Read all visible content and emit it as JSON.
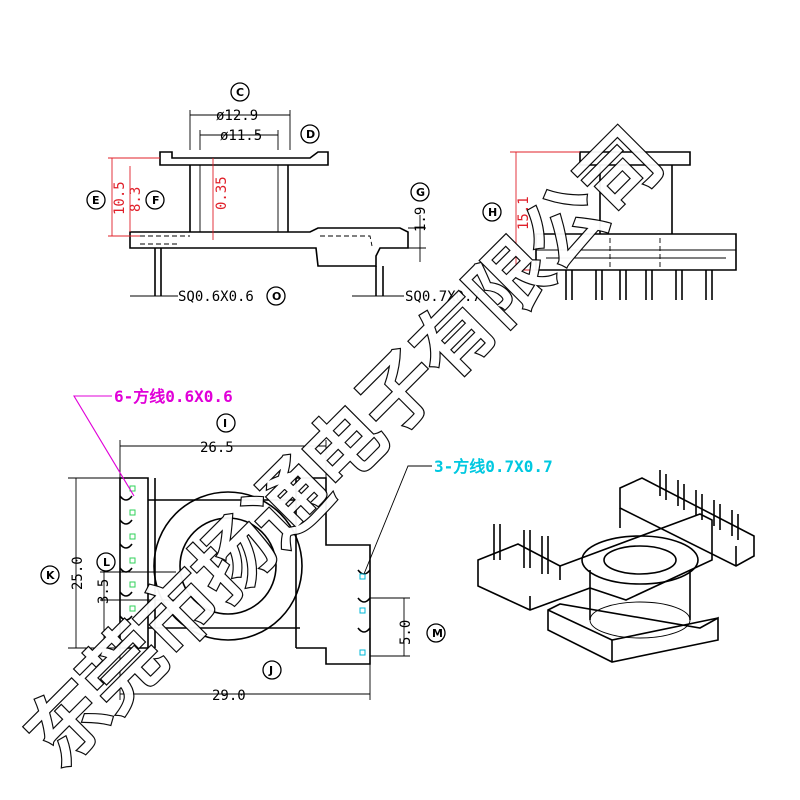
{
  "top_view": {
    "dim_c_outer": "ø12.9",
    "dim_c_inner": "ø11.5",
    "dim_e": "10.5",
    "dim_f": "8.3",
    "dim_f_red": "0.35",
    "dim_g": "1.9",
    "pin_left": "SQ0.6X0.6",
    "pin_right": "SQ0.7X0.7"
  },
  "side_view": {
    "dim_h": "15.1"
  },
  "bottom_view": {
    "note_left": "6-方线0.6X0.6",
    "note_right": "3-方线0.7X0.7",
    "dim_i": "26.5",
    "dim_j": "29.0",
    "dim_k": "25.0",
    "dim_l": "3.5",
    "dim_m": "5.0"
  },
  "bubbles": {
    "c": "C",
    "d": "D",
    "e": "E",
    "f": "F",
    "g": "G",
    "h": "H",
    "o": "O",
    "i": "I",
    "j": "J",
    "k": "K",
    "l": "L",
    "m": "M"
  },
  "watermark": "东莞市扬通电子有限公司",
  "colors": {
    "line": "#000000",
    "red_dim": "#e0202a",
    "note_left": "#e000d8",
    "note_right": "#00c8e0"
  }
}
